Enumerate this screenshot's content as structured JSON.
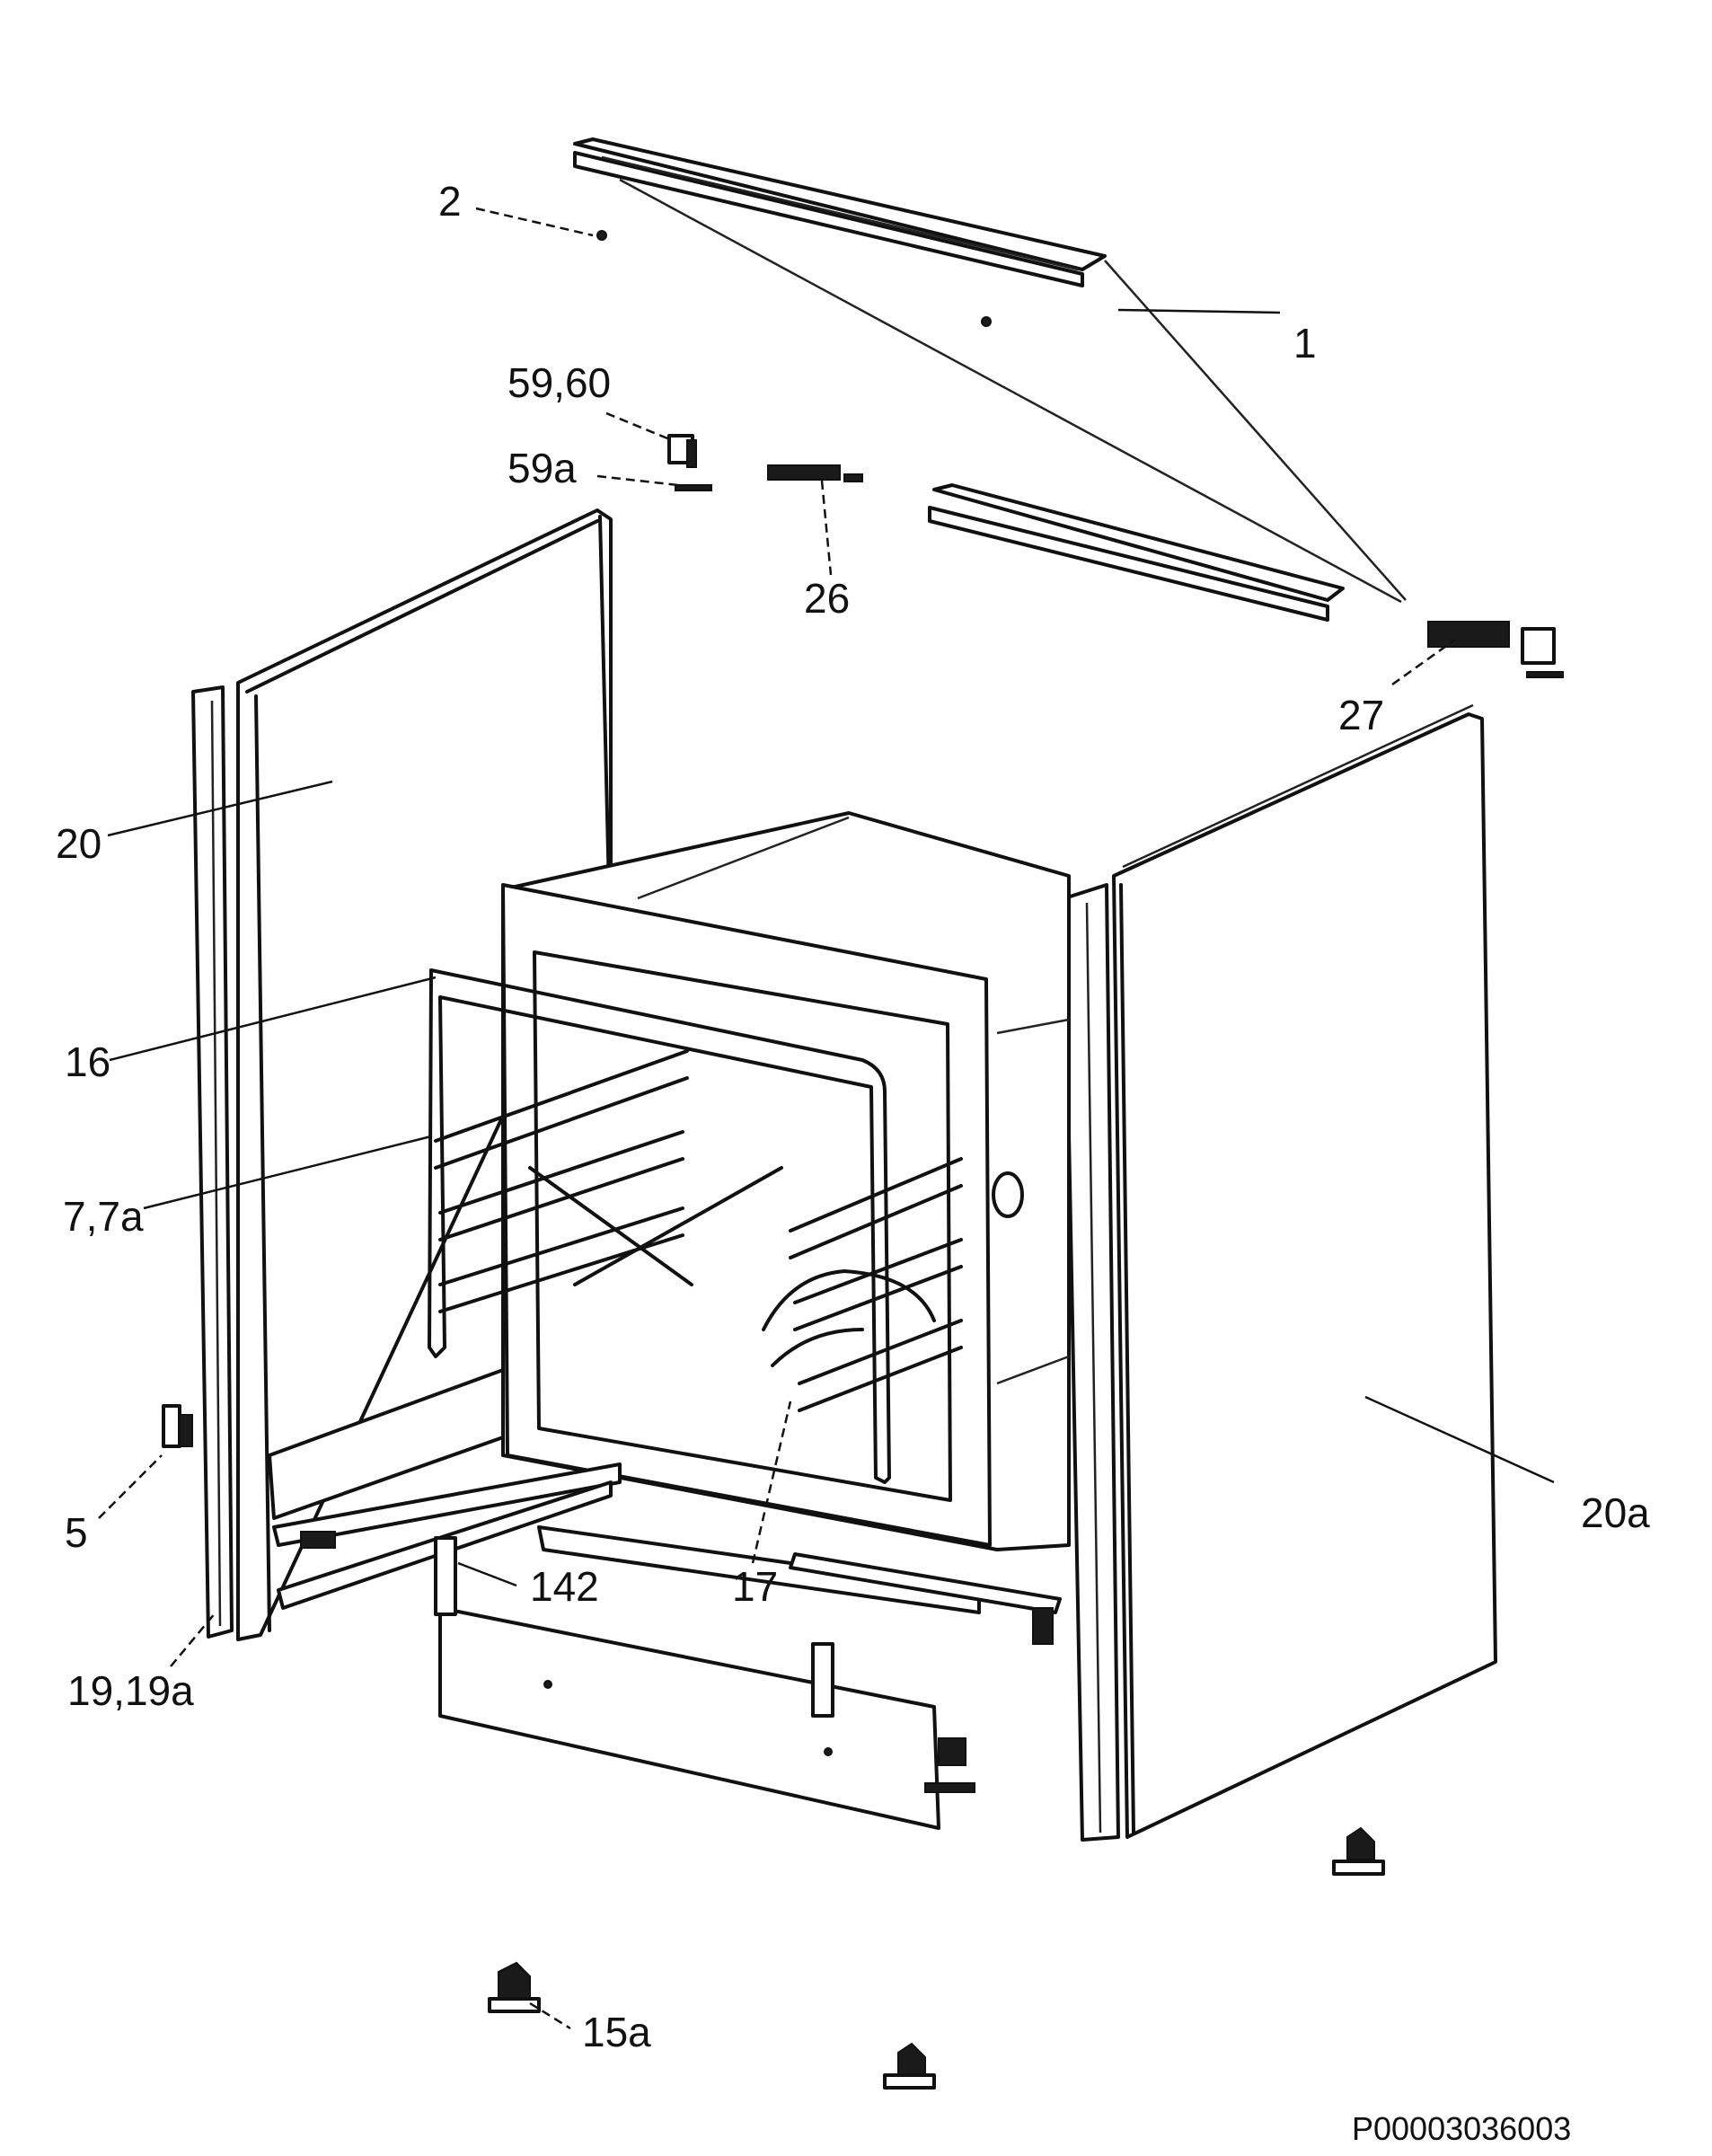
{
  "callouts": {
    "c1": "1",
    "c2": "2",
    "c59_60": "59,60",
    "c59a": "59a",
    "c26": "26",
    "c27": "27",
    "c20": "20",
    "c16": "16",
    "c7_7a": "7,7a",
    "c5": "5",
    "c19_19a": "19,19a",
    "c142": "142",
    "c17": "17",
    "c20a": "20a",
    "c15a": "15a"
  },
  "drawing_code": "P00003036003"
}
